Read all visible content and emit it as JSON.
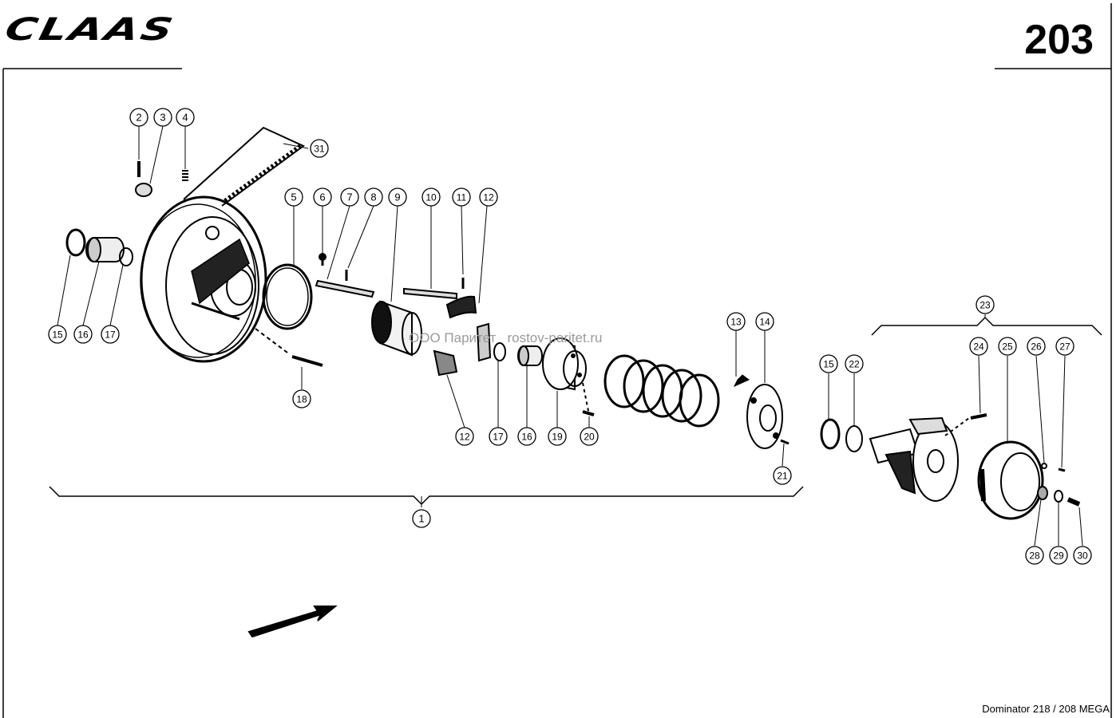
{
  "header": {
    "brand": "CLAAS",
    "page_number": "203"
  },
  "footer": {
    "model": "Dominator 218 / 208 MEGA"
  },
  "watermark": {
    "company": "ООО Паритет",
    "site": "rostov-paritet.ru"
  },
  "callouts": [
    {
      "id": "c2",
      "label": "2"
    },
    {
      "id": "c3",
      "label": "3"
    },
    {
      "id": "c4",
      "label": "4"
    },
    {
      "id": "c31",
      "label": "31"
    },
    {
      "id": "c5",
      "label": "5"
    },
    {
      "id": "c6",
      "label": "6"
    },
    {
      "id": "c7",
      "label": "7"
    },
    {
      "id": "c8",
      "label": "8"
    },
    {
      "id": "c9",
      "label": "9"
    },
    {
      "id": "c10",
      "label": "10"
    },
    {
      "id": "c11",
      "label": "11"
    },
    {
      "id": "c12a",
      "label": "12"
    },
    {
      "id": "c15a",
      "label": "15"
    },
    {
      "id": "c16a",
      "label": "16"
    },
    {
      "id": "c17a",
      "label": "17"
    },
    {
      "id": "c18",
      "label": "18"
    },
    {
      "id": "c12b",
      "label": "12"
    },
    {
      "id": "c17b",
      "label": "17"
    },
    {
      "id": "c16b",
      "label": "16"
    },
    {
      "id": "c19",
      "label": "19"
    },
    {
      "id": "c20",
      "label": "20"
    },
    {
      "id": "c13",
      "label": "13"
    },
    {
      "id": "c14",
      "label": "14"
    },
    {
      "id": "c21",
      "label": "21"
    },
    {
      "id": "c1",
      "label": "1"
    },
    {
      "id": "c23",
      "label": "23"
    },
    {
      "id": "c15b",
      "label": "15"
    },
    {
      "id": "c22",
      "label": "22"
    },
    {
      "id": "c24",
      "label": "24"
    },
    {
      "id": "c25",
      "label": "25"
    },
    {
      "id": "c26",
      "label": "26"
    },
    {
      "id": "c27",
      "label": "27"
    },
    {
      "id": "c28",
      "label": "28"
    },
    {
      "id": "c29",
      "label": "29"
    },
    {
      "id": "c30",
      "label": "30"
    }
  ]
}
